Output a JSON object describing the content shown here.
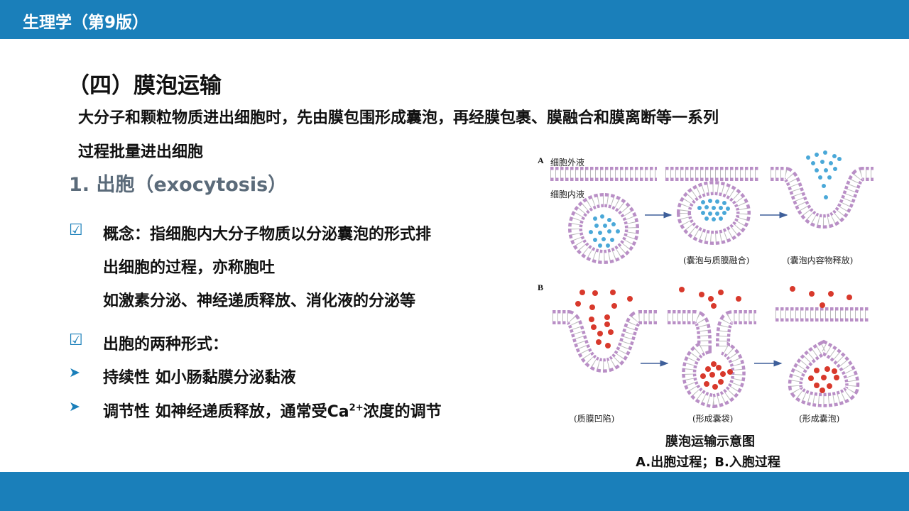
{
  "header": {
    "title": "生理学（第9版）"
  },
  "section_title": "（四）膜泡运输",
  "intro": {
    "line1": "大分子和颗粒物质进出细胞时，先由膜包围形成囊泡，再经膜包裹、膜融合和膜离断等一系列",
    "line2": "过程批量进出细胞"
  },
  "subheading": "1. 出胞（exocytosis）",
  "bullets": {
    "concept_line1": "概念：指细胞内大分子物质以分泌囊泡的形式排",
    "concept_line2": "出细胞的过程，亦称胞吐",
    "concept_line3": "如激素分泌、神经递质释放、消化液的分泌等",
    "forms_title": "出胞的两种形式：",
    "form1": "持续性  如小肠黏膜分泌黏液",
    "form2_pre": "调节性  如神经递质释放，通常受Ca",
    "form2_sup": "2+",
    "form2_post": "浓度的调节",
    "check_icon": "☑",
    "arrow_icon": "➤"
  },
  "figure": {
    "panel_a": "A",
    "panel_b": "B",
    "extracellular": "细胞外液",
    "intracellular": "细胞内液",
    "a_label2": "(囊泡与质膜融合)",
    "a_label3": "(囊泡内容物释放)",
    "b_label1": "(质膜凹陷)",
    "b_label2": "(形成囊袋)",
    "b_label3": "(形成囊泡)",
    "caption1": "膜泡运输示意图",
    "caption2": "A.出胞过程；B.入胞过程"
  },
  "colors": {
    "brand": "#1a7fba",
    "lipid": "#b98fc6",
    "blue_particle": "#4aa8d8",
    "red_particle": "#d8392c"
  }
}
